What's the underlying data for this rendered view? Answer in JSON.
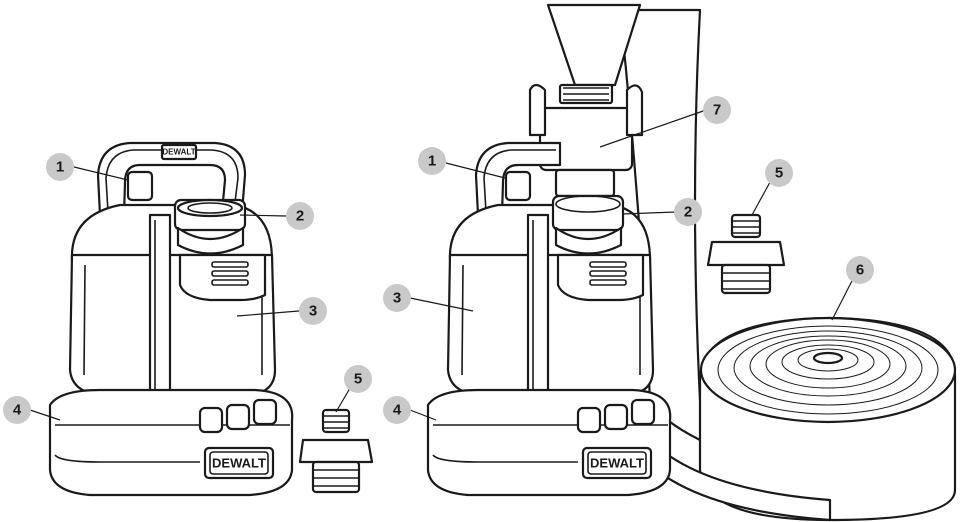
{
  "brand": {
    "logo_text": "DEWALT"
  },
  "colors": {
    "outline": "#1a1a1a",
    "badge_fill": "#c9c9c9",
    "background": "#ffffff"
  },
  "callouts": {
    "left": [
      "1",
      "2",
      "3",
      "4",
      "5"
    ],
    "right": [
      "1",
      "2",
      "3",
      "4",
      "5",
      "6",
      "7"
    ]
  }
}
